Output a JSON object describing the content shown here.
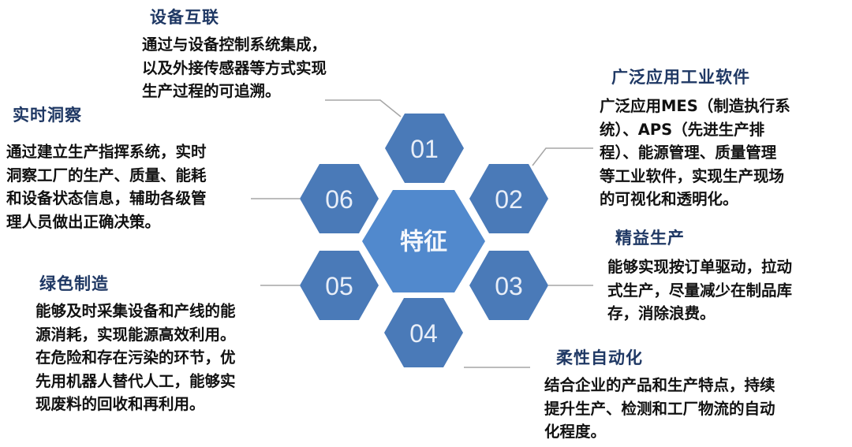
{
  "center": {
    "label": "特征"
  },
  "colors": {
    "hex": "#4a7ab8",
    "center_hex": "#5189cd",
    "title": "#1f3864",
    "connector": "#a6a6a6"
  },
  "features": [
    {
      "number": "01",
      "title": "设备互联",
      "lines": [
        "通过与设备控制系统集成，",
        "以及外接传感器等方式实现",
        "生产过程的可追溯。"
      ]
    },
    {
      "number": "02",
      "title": "广泛应用工业软件",
      "lines": [
        "广泛应用MES（制造执行系",
        "统）、APS（先进生产排",
        "程）、能源管理、质量管理",
        "等工业软件，实现生产现场",
        "的可视化和透明化。"
      ]
    },
    {
      "number": "03",
      "title": "精益生产",
      "lines": [
        "能够实现按订单驱动，拉动",
        "式生产，尽量减少在制品库",
        "存，消除浪费。"
      ]
    },
    {
      "number": "04",
      "title": "柔性自动化",
      "lines": [
        "结合企业的产品和生产特点，持续",
        "提升生产、检测和工厂物流的自动",
        "化程度。"
      ]
    },
    {
      "number": "05",
      "title": "绿色制造",
      "lines": [
        "能够及时采集设备和产线的能",
        "源消耗，实现能源高效利用。",
        "在危险和存在污染的环节，优",
        "先用机器人替代人工，能够实",
        "现废料的回收和再利用。"
      ]
    },
    {
      "number": "06",
      "title": "实时洞察",
      "lines": [
        "通过建立生产指挥系统，实时",
        "洞察工厂的生产、质量、能耗",
        "和设备状态信息，辅助各级管",
        "理人员做出正确决策。"
      ]
    }
  ]
}
